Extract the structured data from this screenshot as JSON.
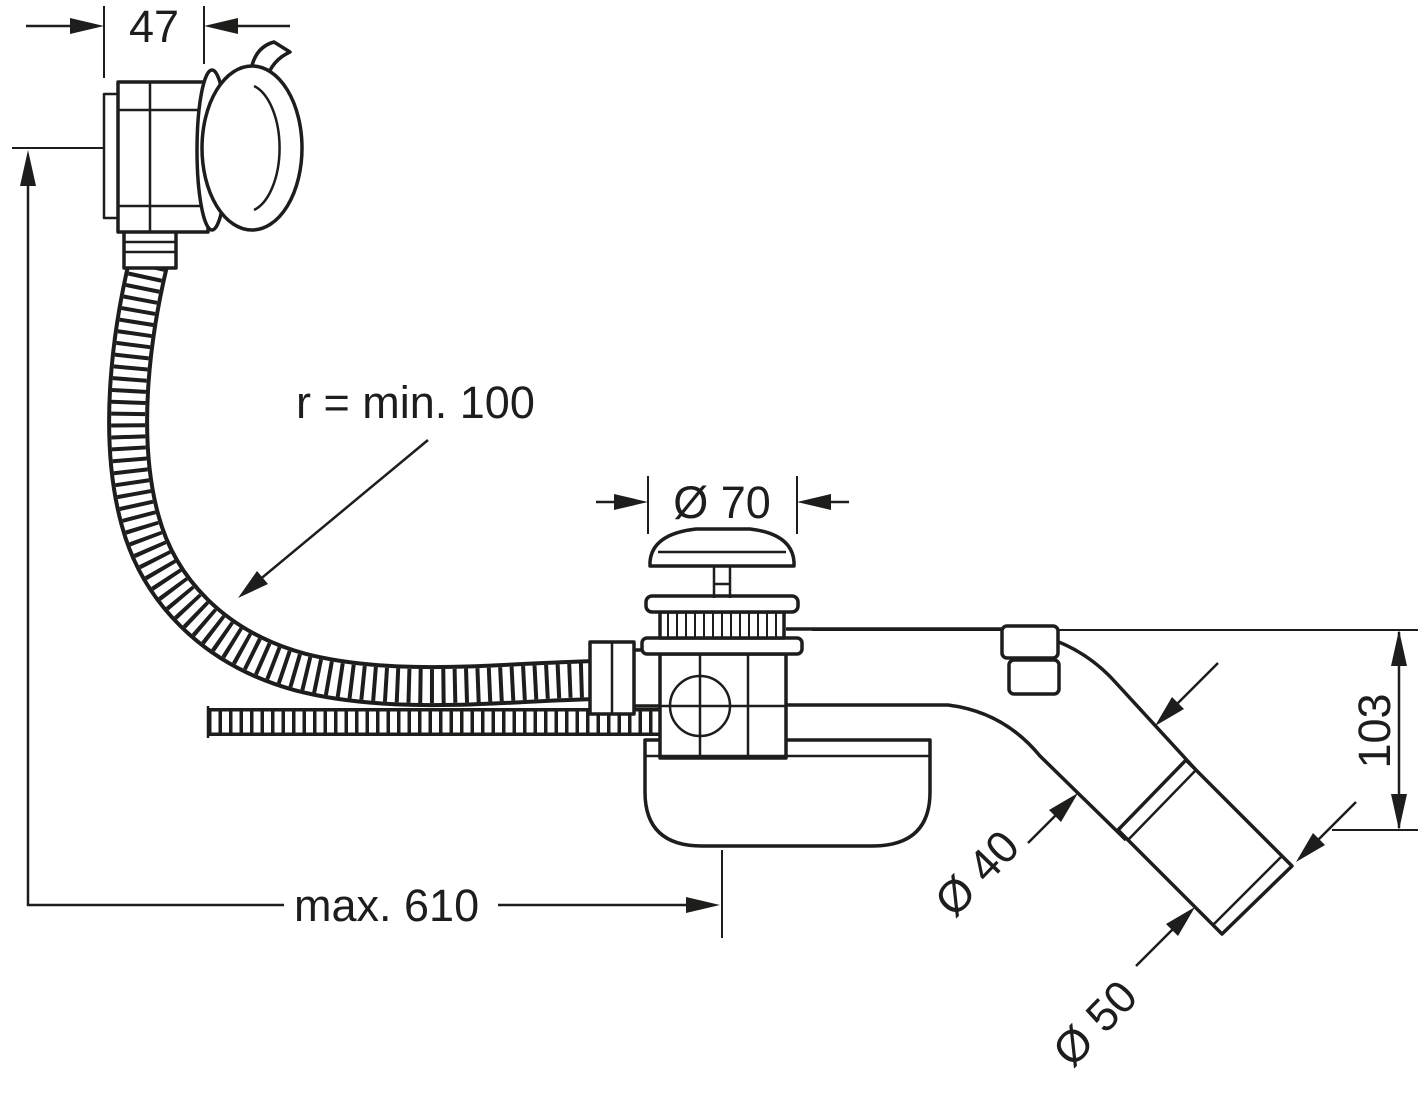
{
  "diagram": {
    "labels": {
      "overflow_depth": "47",
      "bend_radius": "r = min. 100",
      "plug_diameter": "Ø 70",
      "max_length": "max. 610",
      "pipe_diameter": "Ø 40",
      "socket_diameter": "Ø 50",
      "outlet_drop": "103"
    },
    "colors": {
      "line": "#1d1d1b",
      "background": "#ffffff"
    }
  }
}
